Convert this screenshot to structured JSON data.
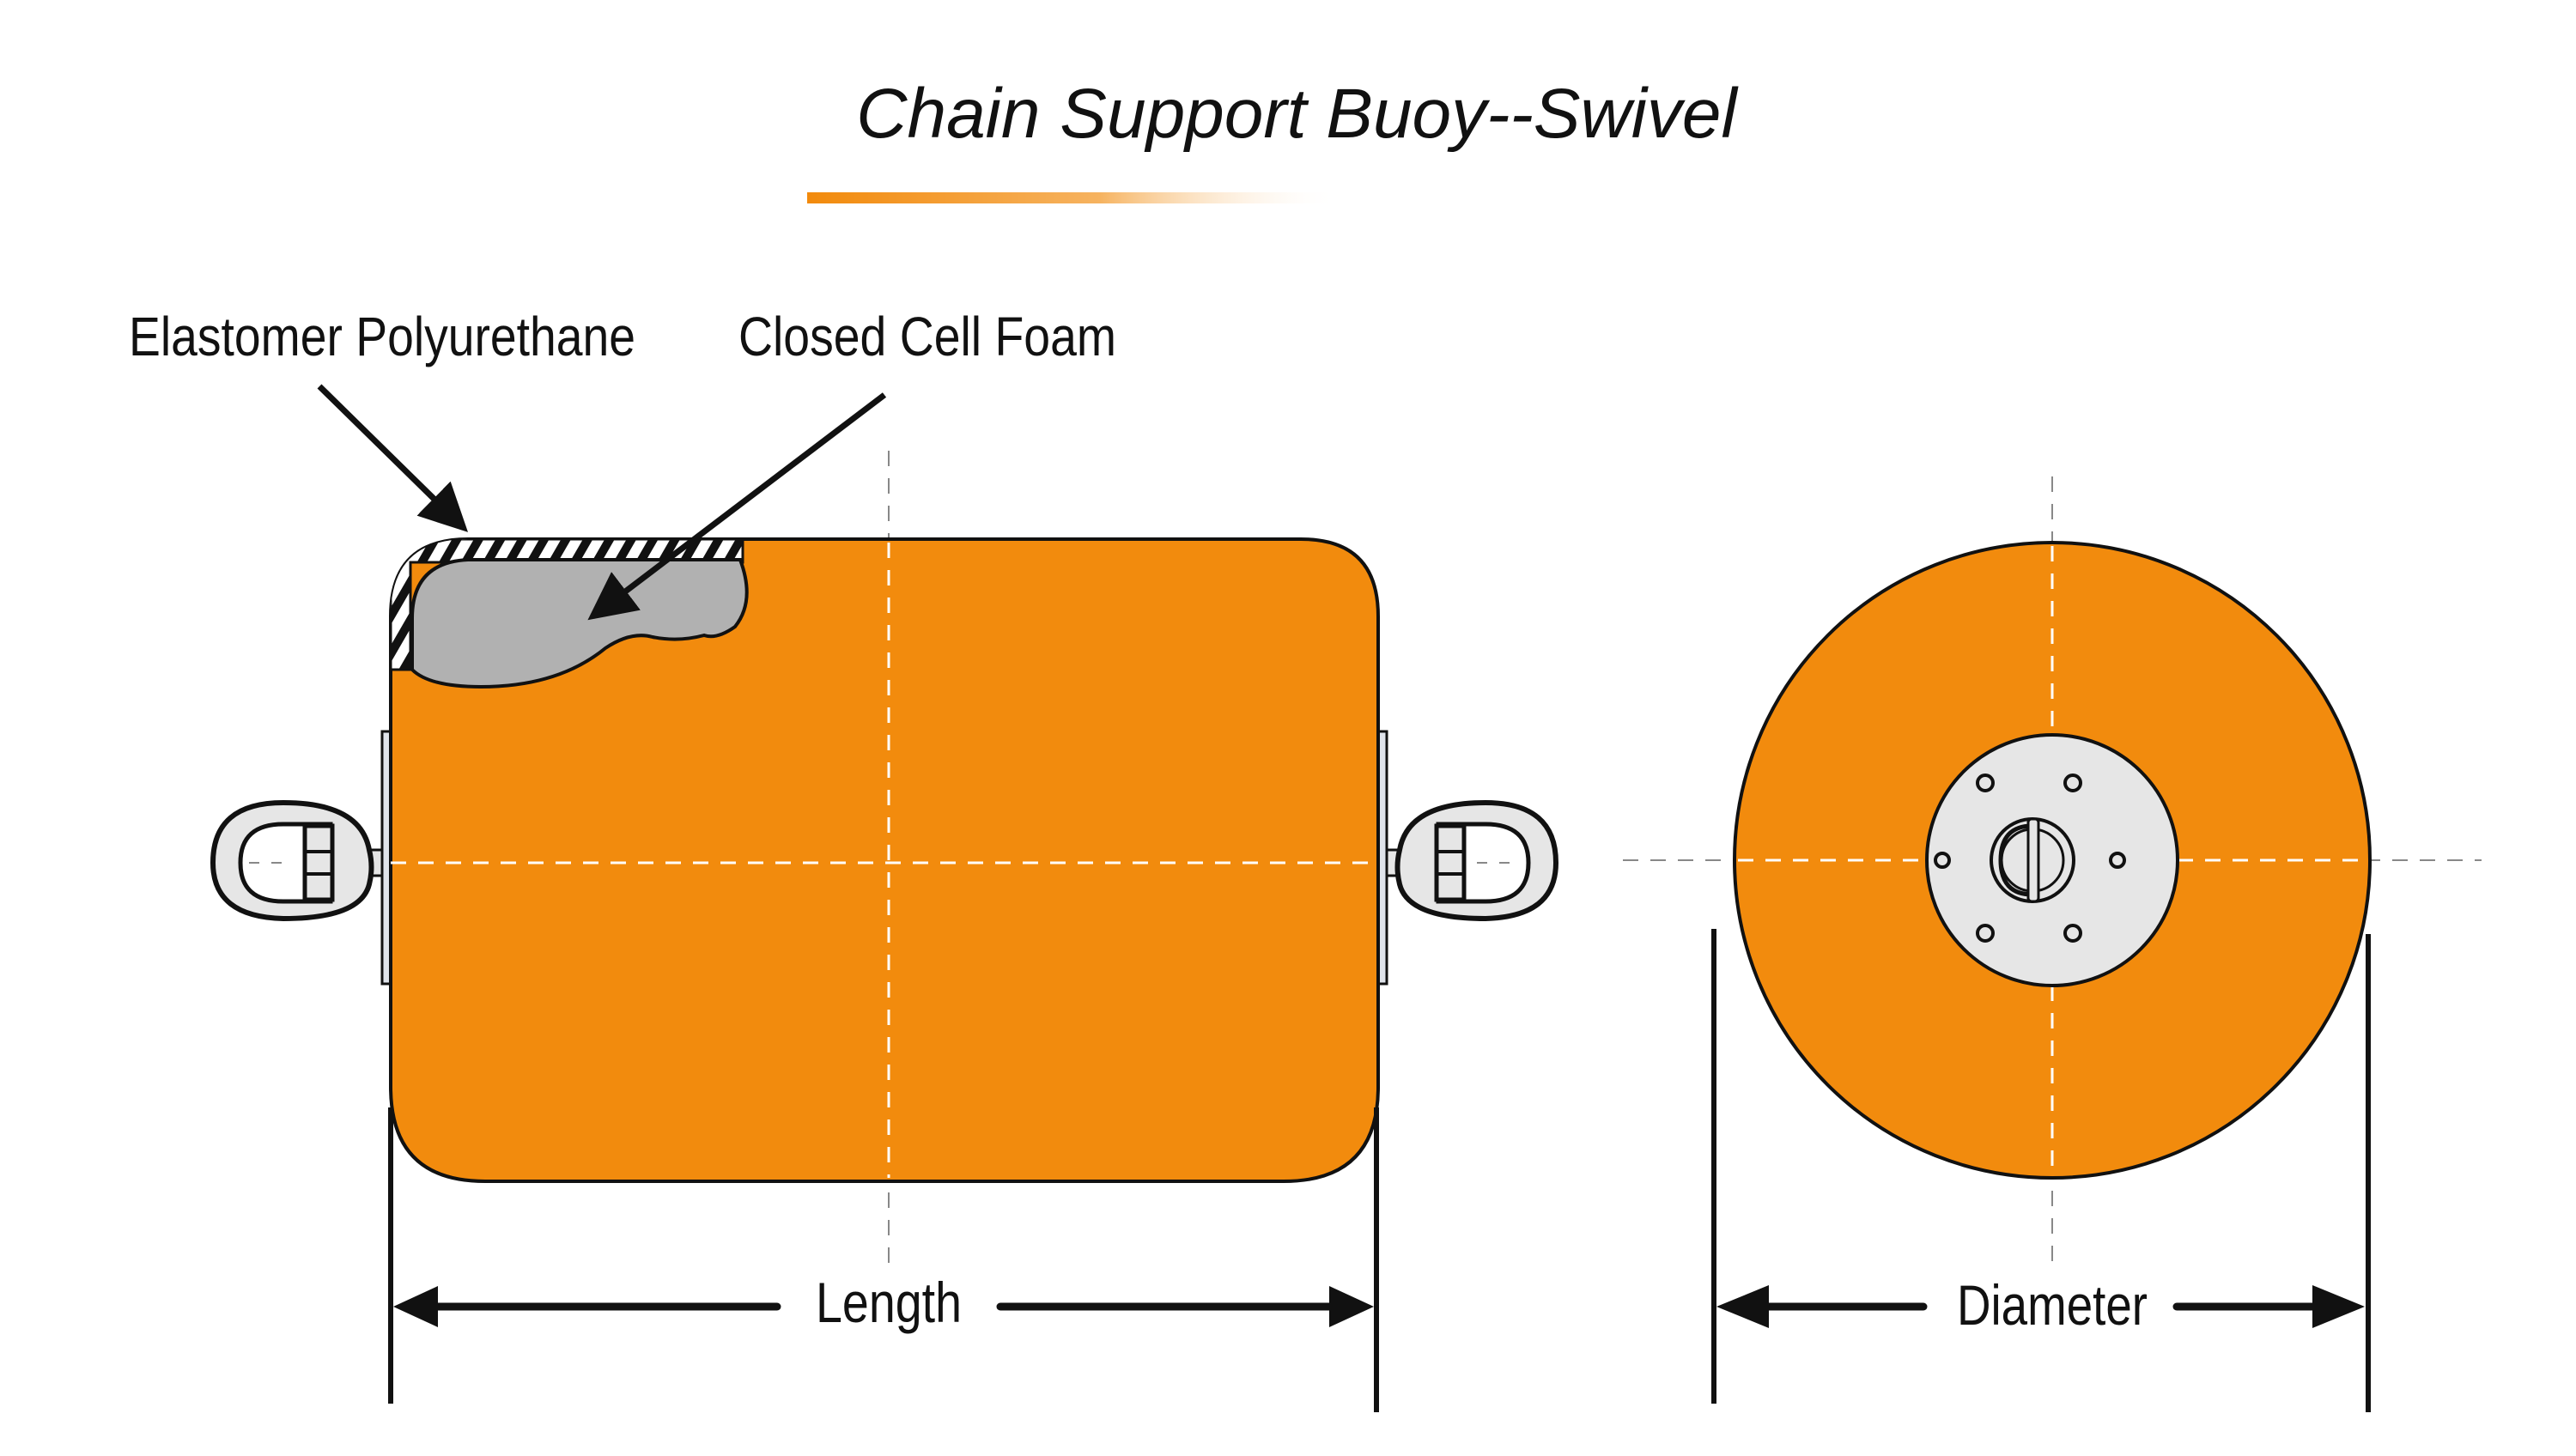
{
  "title": "Chain Support Buoy--Swivel",
  "callouts": {
    "shell": "Elastomer Polyurethane",
    "core": "Closed Cell Foam"
  },
  "dimensions": {
    "length": "Length",
    "diameter": "Diameter"
  },
  "views": {
    "side": "side-view",
    "end": "end-view"
  },
  "hub": {
    "bolt_holes": 6
  },
  "colors": {
    "accent": "#f28a0c",
    "buoy_body": "#f28b0d",
    "foam": "#b1b1b1",
    "hardware": "#e6e6e6",
    "outline": "#111111"
  }
}
